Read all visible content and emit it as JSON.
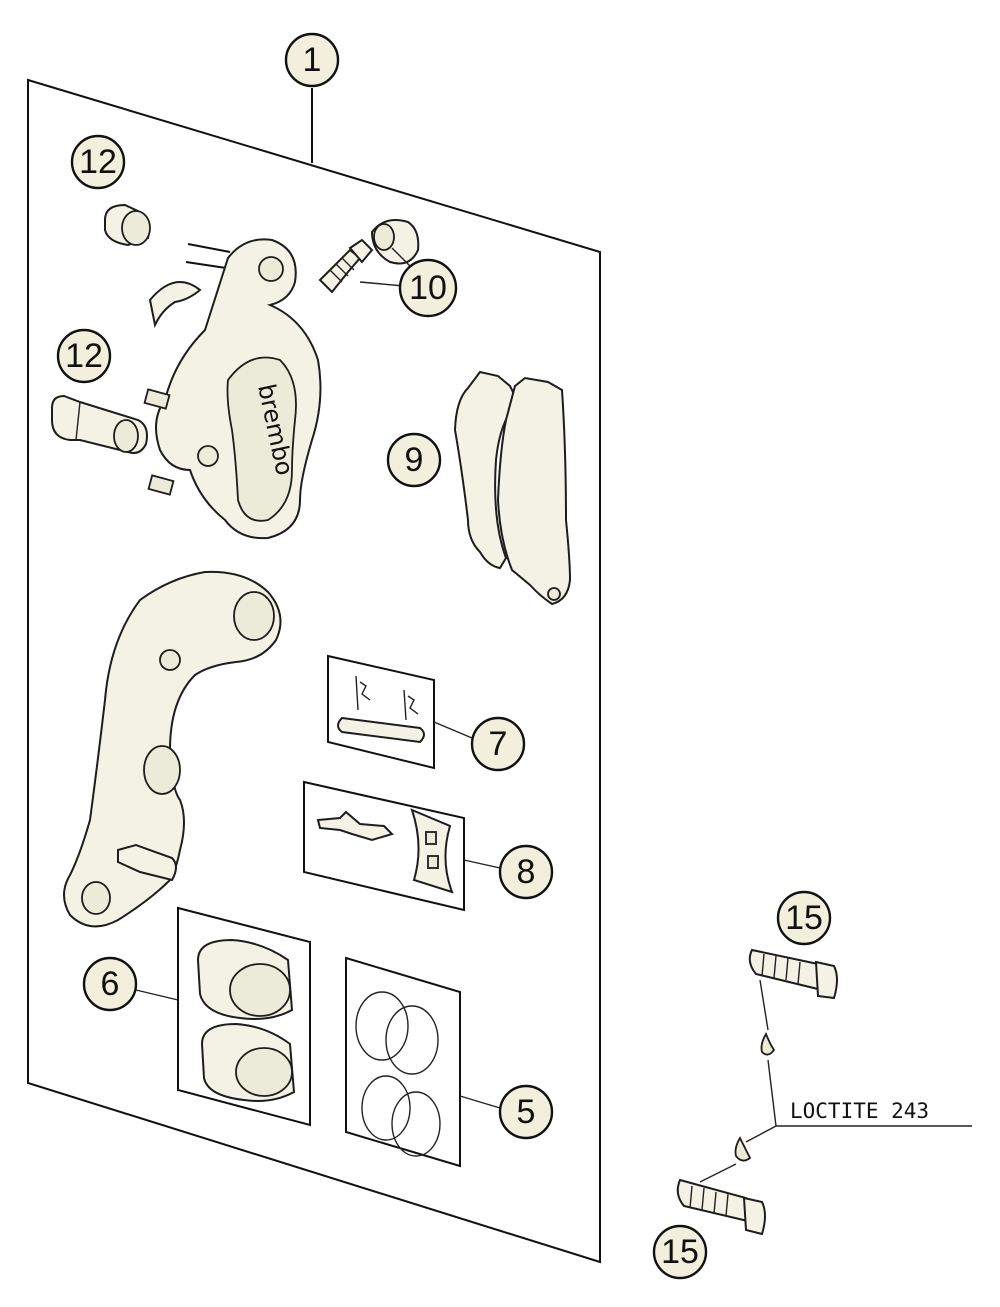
{
  "diagram": {
    "callouts": [
      {
        "id": "c1",
        "label": "1"
      },
      {
        "id": "c12a",
        "label": "12"
      },
      {
        "id": "c12b",
        "label": "12"
      },
      {
        "id": "c10",
        "label": "10"
      },
      {
        "id": "c9",
        "label": "9"
      },
      {
        "id": "c7",
        "label": "7"
      },
      {
        "id": "c8",
        "label": "8"
      },
      {
        "id": "c6",
        "label": "6"
      },
      {
        "id": "c5",
        "label": "5"
      },
      {
        "id": "c15a",
        "label": "15"
      },
      {
        "id": "c15b",
        "label": "15"
      }
    ],
    "note": "LOCTITE 243",
    "brand_mark": "brembo",
    "colors": {
      "line": "#111111",
      "part_fill": "#f4f2e4",
      "bubble_fill": "#f2f0dc"
    }
  }
}
